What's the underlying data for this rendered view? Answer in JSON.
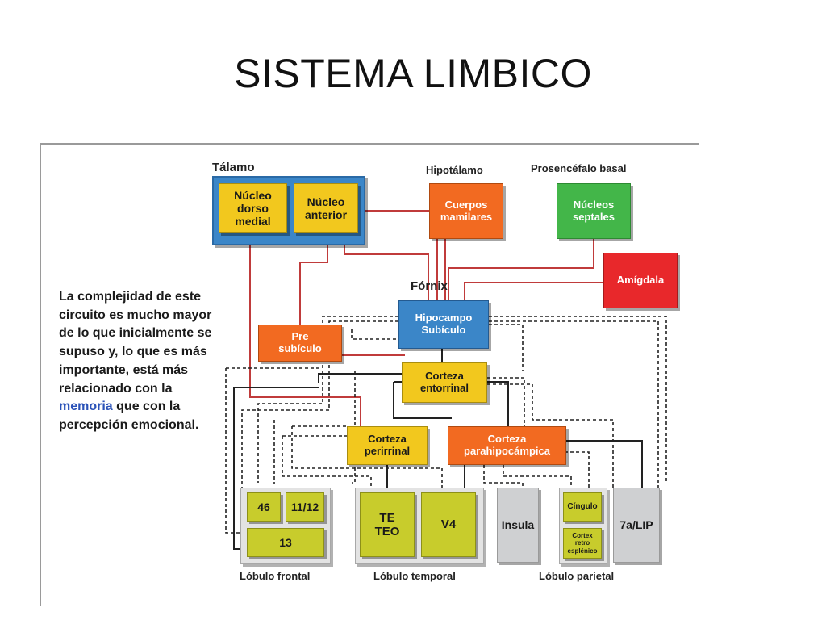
{
  "slide": {
    "title": "SISTEMA LIMBICO"
  },
  "diagram": {
    "group_labels": {
      "talamo": "Tálamo",
      "hipotalamo": "Hipotálamo",
      "prosencefalo": "Prosencéfalo basal",
      "fornix": "Fórnix",
      "lobulo_frontal": "Lóbulo frontal",
      "lobulo_temporal": "Lóbulo temporal",
      "lobulo_parietal": "Lóbulo parietal"
    },
    "nodes": {
      "nucleo_dorso_medial": "Núcleo\ndorso\nmedial",
      "nucleo_anterior": "Núcleo\nanterior",
      "cuerpos_mamilares": "Cuerpos\nmamilares",
      "nucleos_septales": "Núcleos\nseptales",
      "amigdala": "Amígdala",
      "hipocampo": "Hipocampo\nSubículo",
      "pre_subiculo": "Pre\nsubículo",
      "corteza_entorrinal": "Corteza\nentorrinal",
      "corteza_perirrinal": "Corteza\nperirrinal",
      "corteza_parahipocampica": "Corteza\nparahipocámpica",
      "area_46": "46",
      "area_11_12": "11/12",
      "area_13": "13",
      "te_teo": "TE\nTEO",
      "v4": "V4",
      "insula": "Insula",
      "cingulo": "Cíngulo",
      "cortex_retroesplenico": "Cortex\nretro\nesplénico",
      "area_7a_lip": "7a/LIP"
    },
    "colors": {
      "blue_frame": "#3b86c8",
      "yellow": "#f2c81e",
      "orange": "#f26a21",
      "green": "#43b649",
      "red": "#e8282b",
      "olive": "#c8cc2c",
      "gray": "#cfd0d2",
      "red_line": "#c03b3b",
      "dark_line": "#222222"
    }
  },
  "side_text": {
    "before": "La complejidad de este circuito es mucho mayor de lo que inicialmente se supuso y, lo que es más importante, está más relacionado con la ",
    "highlight": "memoria",
    "after": " que con la percepción emocional."
  }
}
